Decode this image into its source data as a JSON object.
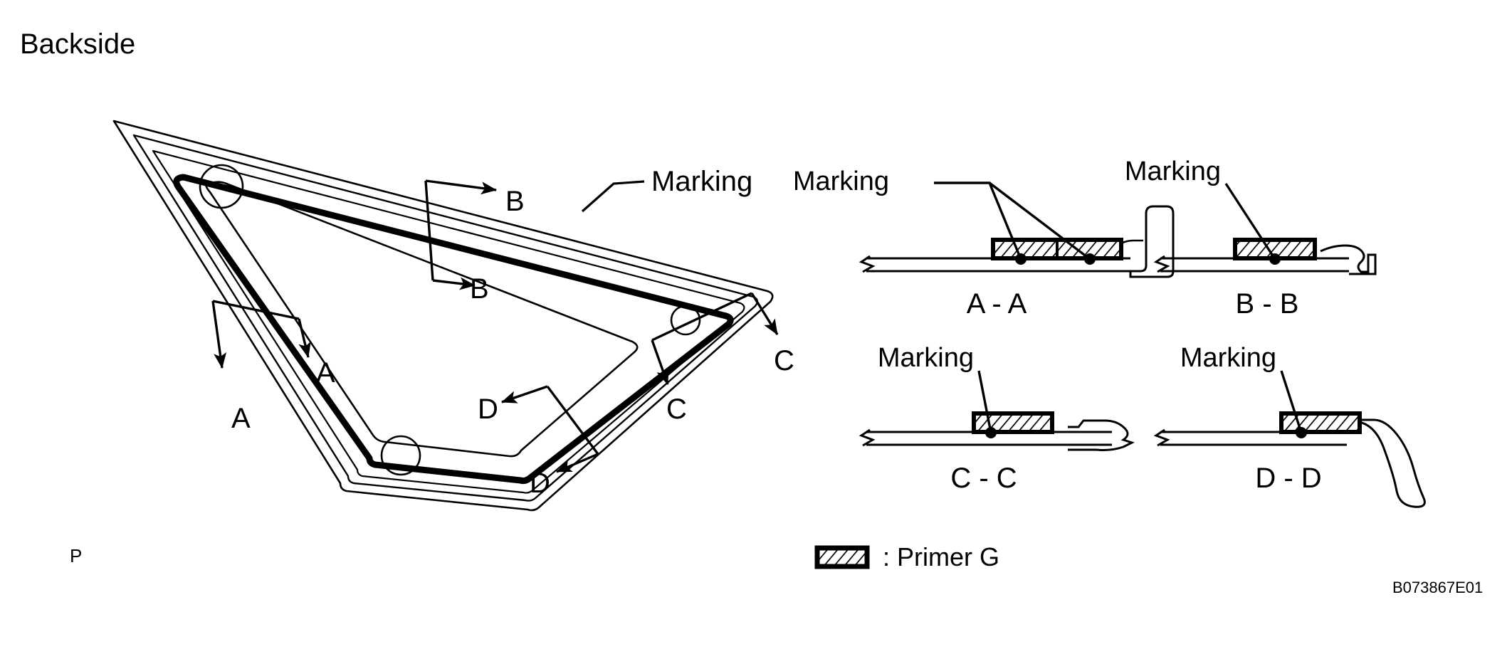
{
  "page": {
    "title": "Backside",
    "position_marker": "P",
    "drawing_code": "B073867E01",
    "background_color": "#ffffff",
    "line_color": "#000000"
  },
  "main_view": {
    "name": "quarter-window-glass-backside",
    "marking_callout": "Marking",
    "section_cuts": [
      {
        "id": "A",
        "label_start": "A",
        "label_end": "A"
      },
      {
        "id": "B",
        "label_start": "B",
        "label_end": "B"
      },
      {
        "id": "C",
        "label_start": "C",
        "label_end": "C"
      },
      {
        "id": "D",
        "label_start": "D",
        "label_end": "D"
      }
    ]
  },
  "sections": [
    {
      "id": "A-A",
      "caption": "A - A",
      "marking_label": "Marking",
      "marking_count": 2
    },
    {
      "id": "B-B",
      "caption": "B - B",
      "marking_label": "Marking",
      "marking_count": 1
    },
    {
      "id": "C-C",
      "caption": "C - C",
      "marking_label": "Marking",
      "marking_count": 1
    },
    {
      "id": "D-D",
      "caption": "D - D",
      "marking_label": "Marking",
      "marking_count": 1
    }
  ],
  "legend": {
    "swatch_name": "hatched-bar-swatch",
    "label": ": Primer G"
  }
}
